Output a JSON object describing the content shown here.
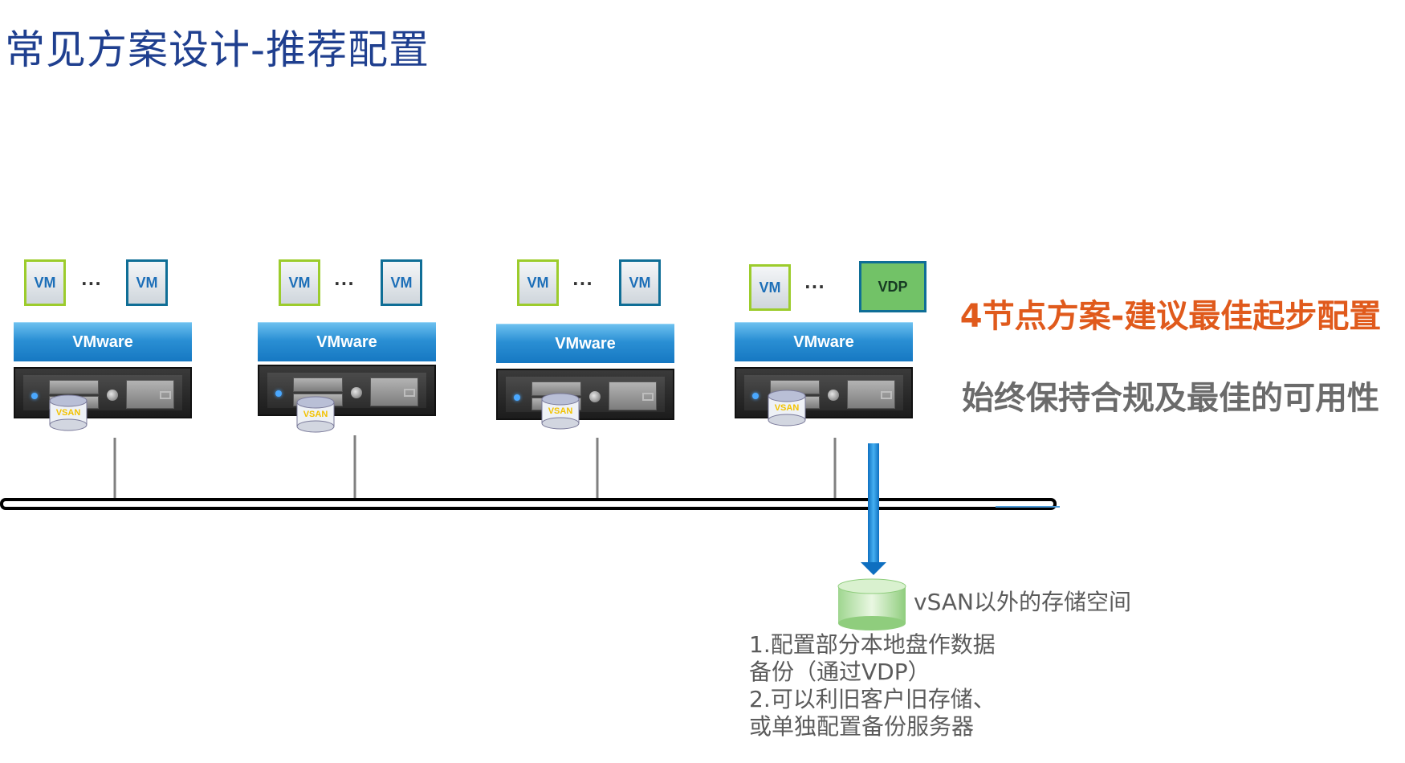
{
  "title": "常见方案设计-推荐配置",
  "nodes": [
    {
      "vm_left": "VM",
      "dots": "···",
      "vm_right": "VM",
      "vmware": "VMware",
      "disk": "VSAN"
    },
    {
      "vm_left": "VM",
      "dots": "···",
      "vm_right": "VM",
      "vmware": "VMware",
      "disk": "VSAN"
    },
    {
      "vm_left": "VM",
      "dots": "···",
      "vm_right": "VM",
      "vmware": "VMware",
      "disk": "VSAN"
    },
    {
      "vm_left": "VM",
      "dots": "···",
      "vm_right": "VDP",
      "vmware": "VMware",
      "disk": "VSAN"
    }
  ],
  "headings": {
    "orange": "4节点方案-建议最佳起步配置",
    "gray": "始终保持合规及最佳的可用性"
  },
  "storage": {
    "label": "vSAN以外的存储空间",
    "notes": [
      "1.配置部分本地盘作数据",
      "备份（通过VDP）",
      "2.可以利旧客户旧存储、",
      "或单独配置备份服务器"
    ]
  },
  "colors": {
    "title": "#1f3f8f",
    "vm_green_border": "#9ccc2c",
    "vm_blue_border": "#0f6e96",
    "vmware_bar": "#2a8fd4",
    "vdp_fill": "#72c267",
    "orange_heading": "#e05a1c",
    "gray_text": "#6b6b6b",
    "arrow": "#1b8ee0"
  }
}
